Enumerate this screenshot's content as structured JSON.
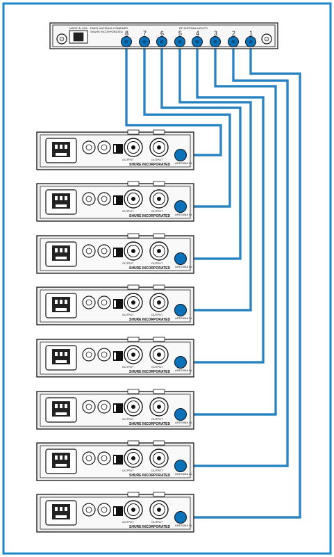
{
  "colors": {
    "border": "#1a86c8",
    "cable": "#0b72b9",
    "panel": "#f2f2f2",
    "outline": "#111111"
  },
  "combiner": {
    "label_left_1": "MADE IN USA",
    "label_center_1": "PA821 ANTENNA COMBINER",
    "label_center_2": "SHURE INCORPORATED",
    "label_right": "RF ANTENNA INPUTS",
    "port_numbers": [
      "8",
      "7",
      "6",
      "5",
      "4",
      "3",
      "2",
      "1"
    ]
  },
  "receivers": {
    "count": 8,
    "brand": "SHURE INCORPORATED",
    "output_left": "OUTPUT",
    "output_right": "OUTPUT",
    "antenna_label": "ANTENNA IN"
  }
}
